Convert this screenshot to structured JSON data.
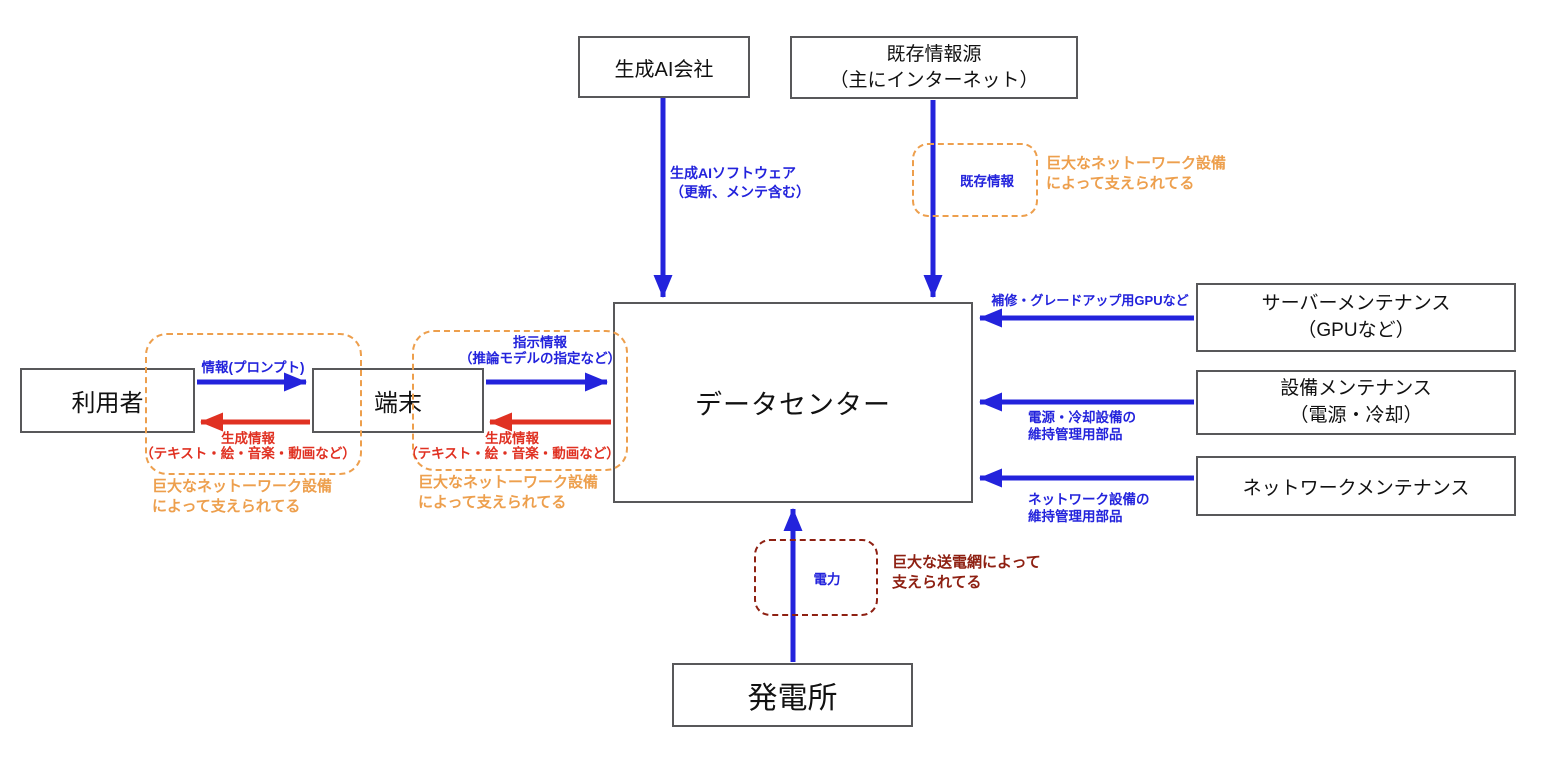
{
  "diagram": {
    "nodes": {
      "gen_ai_company": {
        "label": "生成AI会社"
      },
      "existing_sources": {
        "line1": "既存情報源",
        "line2": "（主にインターネット）"
      },
      "data_center": {
        "label": "データセンター"
      },
      "user": {
        "label": "利用者"
      },
      "terminal": {
        "label": "端末"
      },
      "server_maintenance": {
        "line1": "サーバーメンテナンス",
        "line2": "（GPUなど）"
      },
      "facility_maintenance": {
        "line1": "設備メンテナンス",
        "line2": "（電源・冷却）"
      },
      "network_maintenance": {
        "label": "ネットワークメンテナンス"
      },
      "power_plant": {
        "label": "発電所"
      }
    },
    "flows": {
      "gen_ai_software": {
        "line1": "生成AIソフトウェア",
        "line2": "（更新、メンテ含む）"
      },
      "existing_info": {
        "label": "既存情報"
      },
      "gpu_supply": {
        "label": "補修・グレードアップ用GPUなど"
      },
      "power_cooling_parts": {
        "line1": "電源・冷却設備の",
        "line2": "維持管理用部品"
      },
      "network_parts": {
        "line1": "ネットワーク設備の",
        "line2": "維持管理用部品"
      },
      "prompt_info": {
        "label": "情報(プロンプト)"
      },
      "generated_info": {
        "line1": "生成情報",
        "line2": "（テキスト・絵・音楽・動画など）"
      },
      "instruction_info": {
        "line1": "指示情報",
        "line2": "（推論モデルの指定など）"
      },
      "electricity": {
        "label": "電力"
      }
    },
    "notes": {
      "network_infra": {
        "line1": "巨大なネットーワーク設備",
        "line2": "によって支えられてる"
      },
      "power_grid": {
        "line1": "巨大な送電網によって",
        "line2": "支えられてる"
      }
    },
    "colors": {
      "flow_blue": "#2323dc",
      "flow_red": "#e03122",
      "note_orange": "#ed9f4d",
      "note_dark_red": "#8e2012",
      "box_border": "#58585a"
    }
  }
}
